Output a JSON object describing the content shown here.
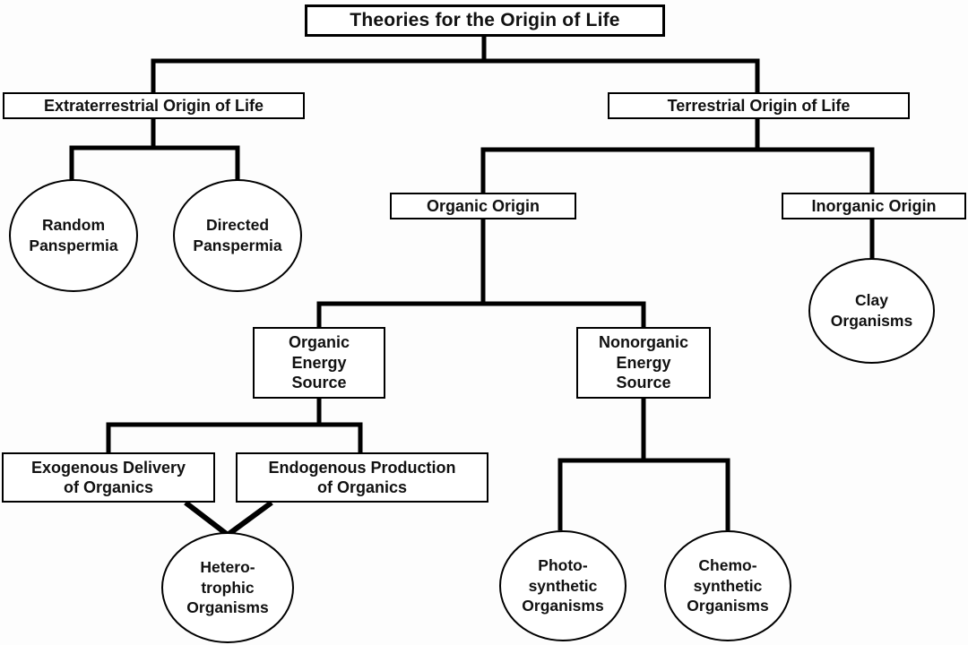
{
  "diagram": {
    "type": "tree",
    "title": "Theories for the Origin of Life",
    "colors": {
      "background": "#fdfdfd",
      "node_fill": "#ffffff",
      "line": "#000000",
      "text": "#111111"
    },
    "nodes": {
      "root": {
        "label": "Theories for the Origin of Life",
        "shape": "rect"
      },
      "extraterrestrial": {
        "label": "Extraterrestrial Origin of Life",
        "shape": "rect"
      },
      "terrestrial": {
        "label": "Terrestrial Origin of Life",
        "shape": "rect"
      },
      "random_panspermia": {
        "label": "Random\nPanspermia",
        "shape": "circle"
      },
      "directed_panspermia": {
        "label": "Directed\nPanspermia",
        "shape": "circle"
      },
      "organic_origin": {
        "label": "Organic Origin",
        "shape": "rect"
      },
      "inorganic_origin": {
        "label": "Inorganic Origin",
        "shape": "rect"
      },
      "clay_organisms": {
        "label": "Clay\nOrganisms",
        "shape": "circle"
      },
      "organic_energy_source": {
        "label": "Organic\nEnergy\nSource",
        "shape": "rect"
      },
      "nonorganic_energy_source": {
        "label": "Nonorganic\nEnergy\nSource",
        "shape": "rect"
      },
      "exogenous_delivery": {
        "label": "Exogenous Delivery\nof Organics",
        "shape": "rect"
      },
      "endogenous_production": {
        "label": "Endogenous Production\nof Organics",
        "shape": "rect"
      },
      "heterotrophic_organisms": {
        "label": "Hetero-\ntrophic\nOrganisms",
        "shape": "circle"
      },
      "photosynthetic_organisms": {
        "label": "Photo-\nsynthetic\nOrganisms",
        "shape": "circle"
      },
      "chemosynthetic_organisms": {
        "label": "Chemo-\nsynthetic\nOrganisms",
        "shape": "circle"
      }
    },
    "edges": [
      {
        "from": "root",
        "to": "extraterrestrial"
      },
      {
        "from": "root",
        "to": "terrestrial"
      },
      {
        "from": "extraterrestrial",
        "to": "random_panspermia"
      },
      {
        "from": "extraterrestrial",
        "to": "directed_panspermia"
      },
      {
        "from": "terrestrial",
        "to": "organic_origin"
      },
      {
        "from": "terrestrial",
        "to": "inorganic_origin"
      },
      {
        "from": "inorganic_origin",
        "to": "clay_organisms"
      },
      {
        "from": "organic_origin",
        "to": "organic_energy_source"
      },
      {
        "from": "organic_origin",
        "to": "nonorganic_energy_source"
      },
      {
        "from": "organic_energy_source",
        "to": "exogenous_delivery"
      },
      {
        "from": "organic_energy_source",
        "to": "endogenous_production"
      },
      {
        "from": "exogenous_delivery",
        "to": "heterotrophic_organisms"
      },
      {
        "from": "endogenous_production",
        "to": "heterotrophic_organisms"
      },
      {
        "from": "nonorganic_energy_source",
        "to": "photosynthetic_organisms"
      },
      {
        "from": "nonorganic_energy_source",
        "to": "chemosynthetic_organisms"
      }
    ]
  }
}
